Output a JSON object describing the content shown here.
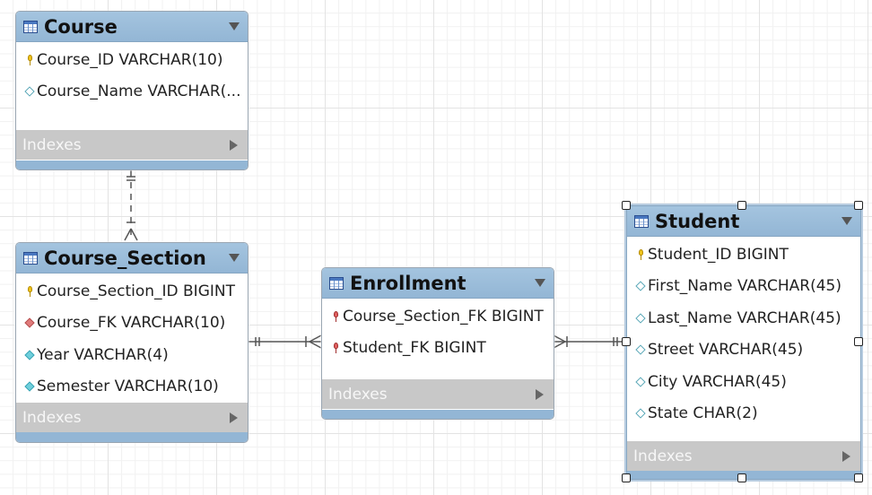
{
  "entities": {
    "course": {
      "name": "Course",
      "columns": [
        {
          "label": "Course_ID VARCHAR(10)",
          "key": "primary-key"
        },
        {
          "label": "Course_Name VARCHAR(...",
          "key": "column"
        }
      ],
      "indexes_label": "Indexes"
    },
    "course_section": {
      "name": "Course_Section",
      "columns": [
        {
          "label": "Course_Section_ID BIGINT",
          "key": "primary-key"
        },
        {
          "label": "Course_FK VARCHAR(10)",
          "key": "foreign-key-column"
        },
        {
          "label": "Year VARCHAR(4)",
          "key": "not-null-column"
        },
        {
          "label": "Semester VARCHAR(10)",
          "key": "not-null-column"
        }
      ],
      "indexes_label": "Indexes"
    },
    "enrollment": {
      "name": "Enrollment",
      "columns": [
        {
          "label": "Course_Section_FK BIGINT",
          "key": "foreign-key"
        },
        {
          "label": "Student_FK BIGINT",
          "key": "foreign-key"
        }
      ],
      "indexes_label": "Indexes"
    },
    "student": {
      "name": "Student",
      "columns": [
        {
          "label": "Student_ID BIGINT",
          "key": "primary-key"
        },
        {
          "label": "First_Name VARCHAR(45)",
          "key": "column"
        },
        {
          "label": "Last_Name VARCHAR(45)",
          "key": "column"
        },
        {
          "label": "Street VARCHAR(45)",
          "key": "column"
        },
        {
          "label": "City VARCHAR(45)",
          "key": "column"
        },
        {
          "label": "State CHAR(2)",
          "key": "column"
        }
      ],
      "indexes_label": "Indexes",
      "selected": true
    }
  },
  "relationships": [
    {
      "from": "Course",
      "to": "Course_Section",
      "from_cardinality": "one-mandatory",
      "to_cardinality": "many-mandatory",
      "line": "dashed"
    },
    {
      "from": "Course_Section",
      "to": "Enrollment",
      "from_cardinality": "one-mandatory",
      "to_cardinality": "many-mandatory",
      "line": "solid"
    },
    {
      "from": "Enrollment",
      "to": "Student",
      "from_cardinality": "many-mandatory",
      "to_cardinality": "one-mandatory",
      "line": "solid"
    }
  ],
  "colors": {
    "header": "#a4c4df",
    "indexes_bar": "#c8c8c8",
    "primary_key": "#f0c419",
    "foreign_key": "#e06060",
    "relationship_line": "#555555"
  }
}
